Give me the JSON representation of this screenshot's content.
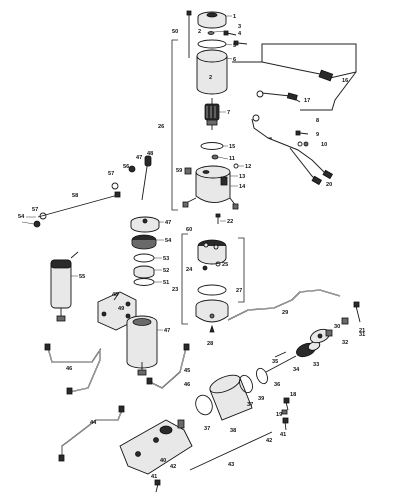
{
  "diagram": {
    "callouts": [
      "1",
      "2",
      "3",
      "4",
      "5",
      "6",
      "7",
      "8",
      "9",
      "10",
      "11",
      "12",
      "13",
      "14",
      "15",
      "16",
      "17",
      "18",
      "19",
      "20",
      "21",
      "22",
      "23",
      "24",
      "25",
      "26",
      "27",
      "28",
      "29",
      "30",
      "31",
      "32",
      "33",
      "34",
      "35",
      "36",
      "37",
      "38",
      "39",
      "40",
      "41",
      "42",
      "43",
      "44",
      "45",
      "46",
      "47",
      "48",
      "49",
      "50",
      "51",
      "52",
      "53",
      "54",
      "55",
      "56",
      "57",
      "58",
      "59",
      "60"
    ]
  }
}
